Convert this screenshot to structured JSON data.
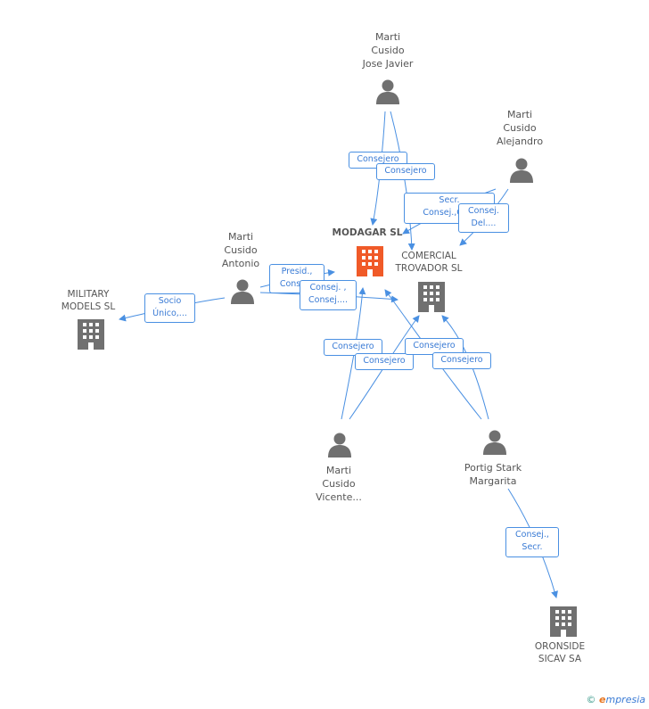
{
  "nodes": {
    "marti_jose_javier": [
      "Marti",
      "Cusido",
      "Jose Javier"
    ],
    "marti_alejandro": [
      "Marti",
      "Cusido",
      "Alejandro"
    ],
    "marti_antonio": [
      "Marti",
      "Cusido",
      "Antonio"
    ],
    "marti_vicente": [
      "Marti",
      "Cusido",
      "Vicente..."
    ],
    "portig": [
      "Portig Stark",
      "Margarita"
    ],
    "modagar": [
      "MODAGAR SL"
    ],
    "comercial": [
      "COMERCIAL",
      "TROVADOR SL"
    ],
    "military": [
      "MILITARY",
      "MODELS  SL"
    ],
    "oronside": [
      "ORONSIDE",
      "SICAV SA"
    ]
  },
  "edges": {
    "jj_consejero_1": [
      "Consejero"
    ],
    "jj_consejero_2": [
      "Consejero"
    ],
    "al_secr": [
      "Secr.",
      "Consej.,Co..."
    ],
    "al_consej_del": [
      "Consej.",
      "Del...."
    ],
    "an_presid": [
      "Presid.,",
      "Conse..."
    ],
    "an_consej": [
      "Consej. ,",
      "Consej...."
    ],
    "an_socio": [
      "Socio",
      "Único,..."
    ],
    "vi_consejero_1": [
      "Consejero"
    ],
    "vi_consejero_2": [
      "Consejero"
    ],
    "po_consejero_1": [
      "Consejero"
    ],
    "po_consejero_2": [
      "Consejero"
    ],
    "po_consej_secr": [
      "Consej.,",
      "Secr."
    ]
  },
  "colors": {
    "edge": "#4a90e2",
    "person_icon": "#707070",
    "company_icon": "#707070",
    "focus_company_icon": "#f05a28"
  },
  "footer": {
    "copyright": "©",
    "brand_e": "e",
    "brand_rest": "mpresia"
  }
}
